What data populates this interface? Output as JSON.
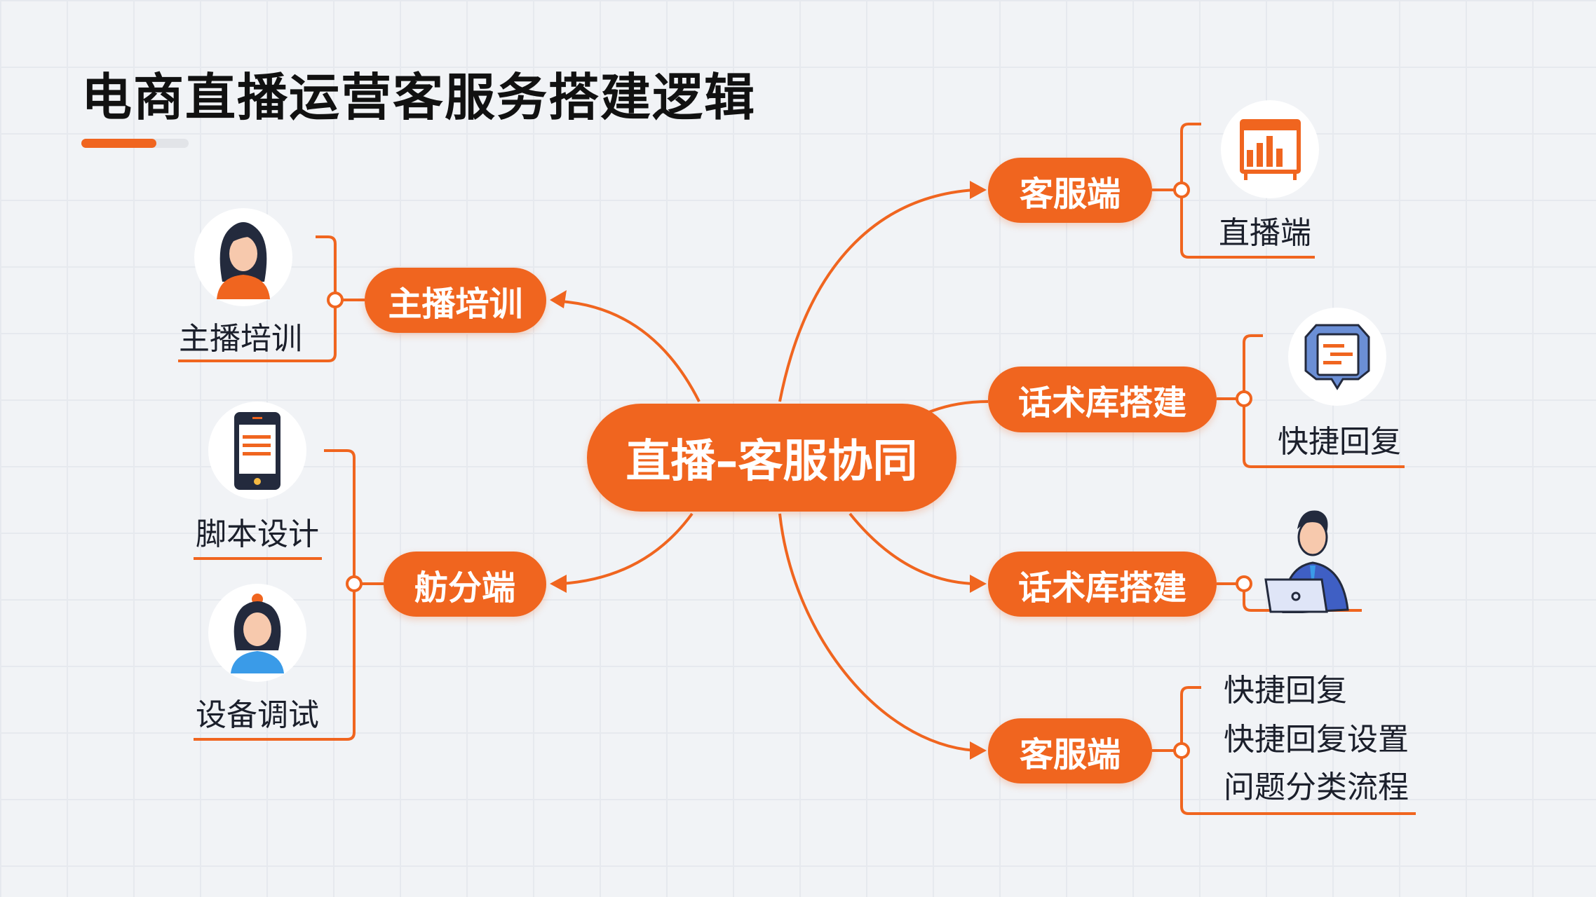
{
  "title": "电商直播运营客服务搭建逻辑",
  "accent_color": "#f0651f",
  "center_node": "直播–客服协同",
  "left_branches": [
    {
      "label": "主播培训",
      "children": [
        "主播培训"
      ]
    },
    {
      "label": "舫分端",
      "children": [
        "脚本设计",
        "设备调试"
      ]
    }
  ],
  "right_branches": [
    {
      "label": "客服端",
      "children": [
        "直播端"
      ]
    },
    {
      "label": "话术库搭建",
      "children": [
        "快捷回复"
      ]
    },
    {
      "label": "话术库搭建",
      "children": []
    },
    {
      "label": "客服端",
      "children": [
        "快捷回复",
        "快捷回复设置",
        "问题分类流程"
      ]
    }
  ]
}
